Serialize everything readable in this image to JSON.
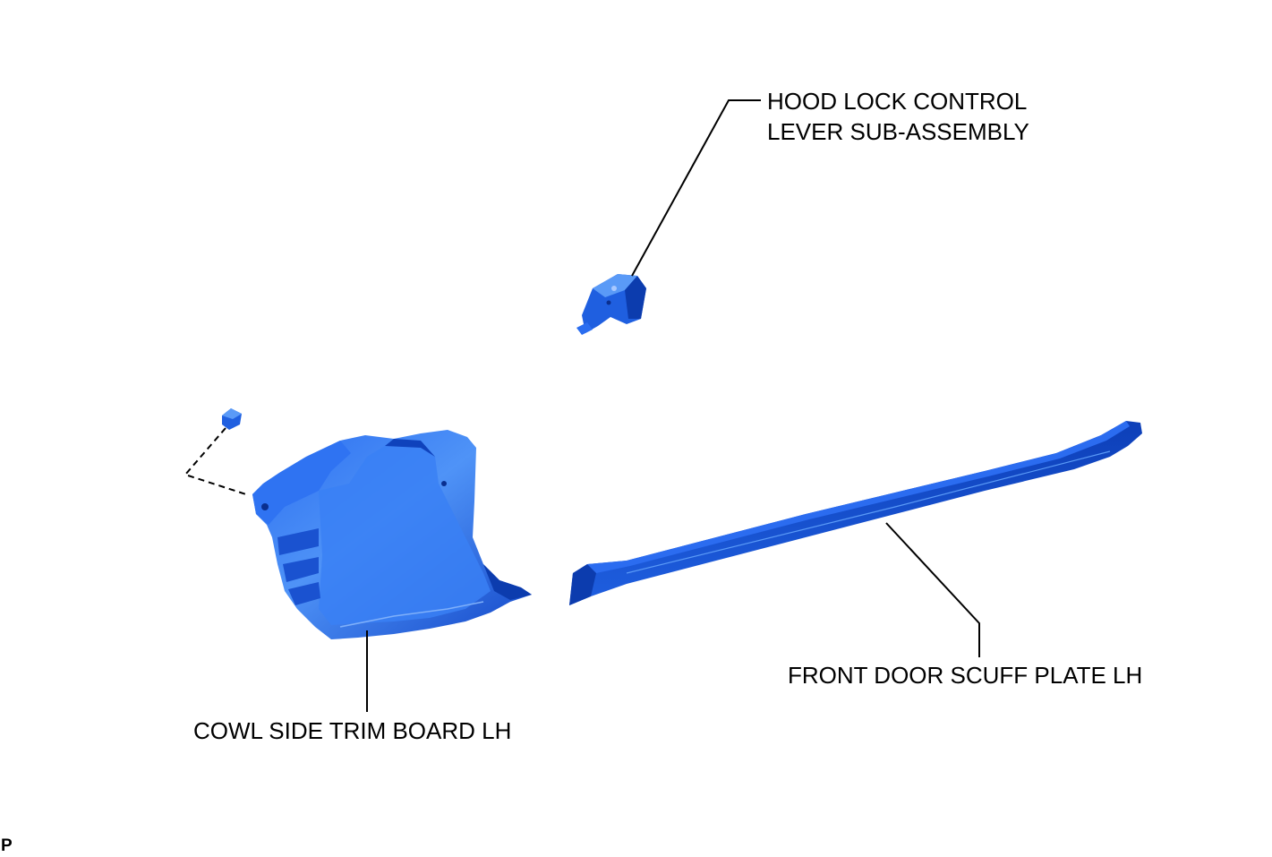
{
  "labels": {
    "hood_lock": {
      "line1": "HOOD LOCK CONTROL",
      "line2": "LEVER SUB-ASSEMBLY"
    },
    "cowl_side": "COWL SIDE TRIM BOARD LH",
    "scuff_plate": "FRONT DOOR SCUFF PLATE LH",
    "corner_mark": "P"
  },
  "colors": {
    "part_blue": "#1f5fe0",
    "part_light": "#4c8cf5",
    "part_dark": "#0a36a8",
    "leader": "#000000"
  }
}
